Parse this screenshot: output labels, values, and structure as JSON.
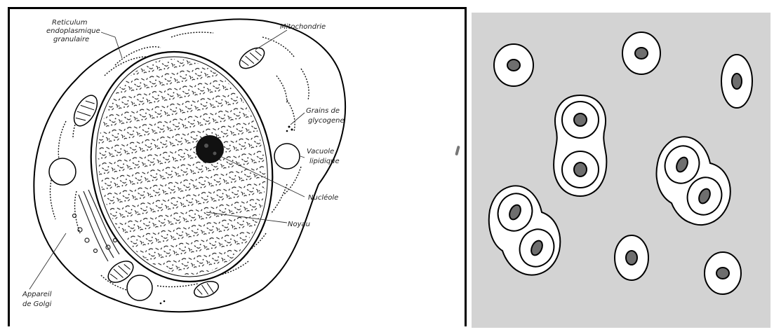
{
  "left_figure": {
    "labels": {
      "reticulum": [
        "Reticulum",
        "endoplasmique",
        "granulaire"
      ],
      "mitochondrie": "Mitochondrie",
      "glycogene": [
        "Grains de",
        "glycogene"
      ],
      "vacuole": [
        "Vacuole",
        "lipidique"
      ],
      "nucleole": "Nucléole",
      "noyau": "Noyau",
      "golgi": [
        "Appareil",
        "de Golgi"
      ]
    }
  },
  "right_figure": {
    "cell_count": 11,
    "colors": {
      "background": "#d3d3d3",
      "cell_fill": "#ffffff",
      "nucleus_fill": "#6e6e6e",
      "outline": "#000000"
    }
  },
  "colors": {
    "frame": "#000000",
    "ink": "#222222"
  }
}
